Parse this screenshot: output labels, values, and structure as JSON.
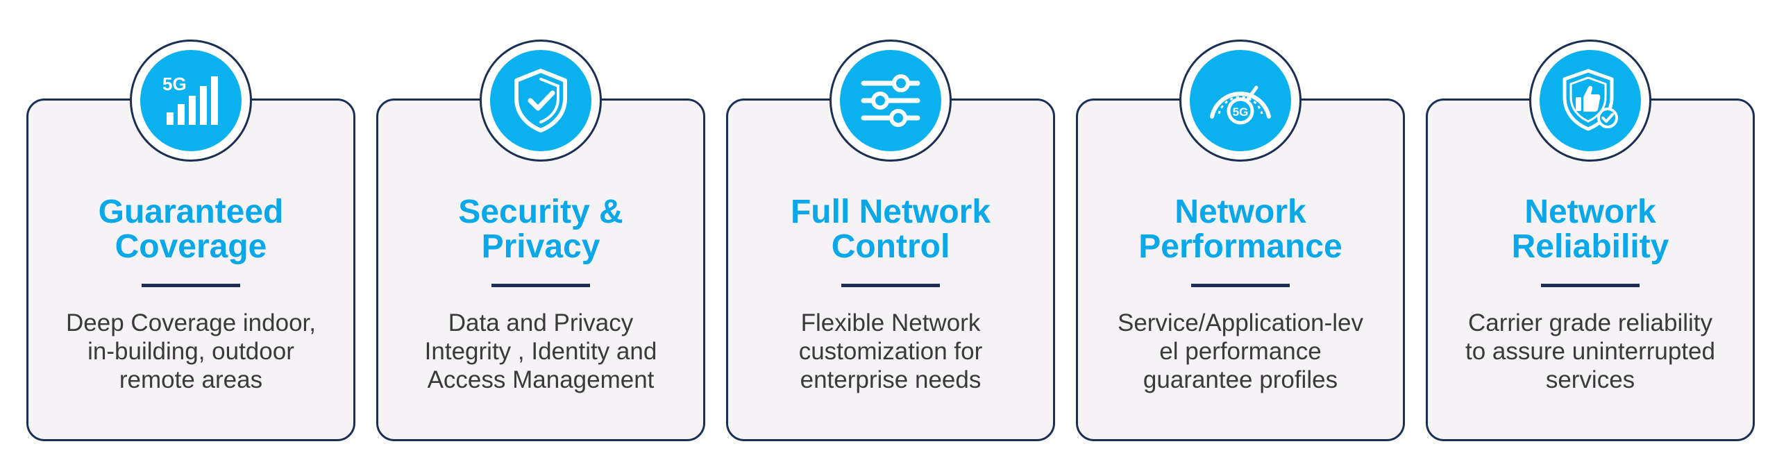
{
  "cards": [
    {
      "icon": "5g-signal-icon",
      "title_lines": [
        "Guaranteed",
        "Coverage"
      ],
      "desc_lines": [
        "Deep Coverage indoor,",
        "in-building, outdoor",
        "remote areas"
      ]
    },
    {
      "icon": "shield-check-icon",
      "title_lines": [
        "Security &",
        "Privacy"
      ],
      "desc_lines": [
        "Data and Privacy",
        "Integrity , Identity and",
        "Access Management"
      ]
    },
    {
      "icon": "sliders-icon",
      "title_lines": [
        "Full Network",
        "Control"
      ],
      "desc_lines": [
        "Flexible Network",
        "customization for",
        "enterprise needs"
      ]
    },
    {
      "icon": "5g-speedometer-icon",
      "title_lines": [
        "Network",
        "Performance"
      ],
      "desc_lines": [
        "Service/Application-lev",
        "el performance",
        "guarantee profiles"
      ]
    },
    {
      "icon": "shield-thumbs-up-icon",
      "title_lines": [
        "Network",
        "Reliability"
      ],
      "desc_lines": [
        "Carrier grade reliability",
        "to assure uninterrupted",
        "services"
      ]
    }
  ],
  "colors": {
    "accent": "#0bb0ee",
    "title": "#0aa8e8",
    "border": "#1b2f55",
    "card_bg": "#f5f3f5",
    "text": "#3a3a3a"
  }
}
